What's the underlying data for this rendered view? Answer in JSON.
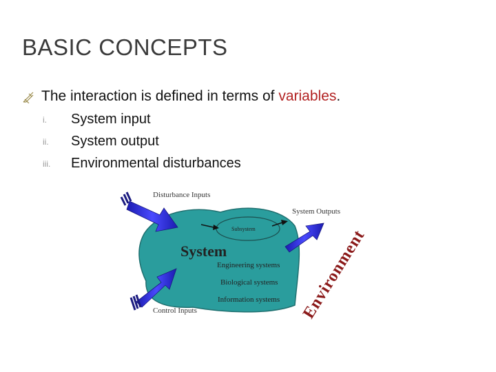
{
  "slide": {
    "title": "BASIC CONCEPTS",
    "bullet": {
      "icon": "pen-nib-icon",
      "text_before": "The interaction is defined in terms of ",
      "highlight": "variables",
      "text_after": ".",
      "highlight_color": "#b22222"
    },
    "subitems": [
      {
        "num": "i.",
        "text": "System input"
      },
      {
        "num": "ii.",
        "text": "System output"
      },
      {
        "num": "iii.",
        "text": "Environmental disturbances"
      }
    ]
  },
  "diagram": {
    "disturbance_label": "Disturbance Inputs",
    "outputs_label": "System Outputs",
    "subsystem_label": "Subsystem",
    "system_label": "System",
    "examples": [
      "Engineering systems",
      "Biological systems",
      "Information systems"
    ],
    "control_label": "Control Inputs",
    "environment_label": "Environment",
    "colors": {
      "system_fill": "#2a9d9d",
      "arrow": "#2a2acf",
      "environment_text": "#8b1a1a"
    }
  }
}
